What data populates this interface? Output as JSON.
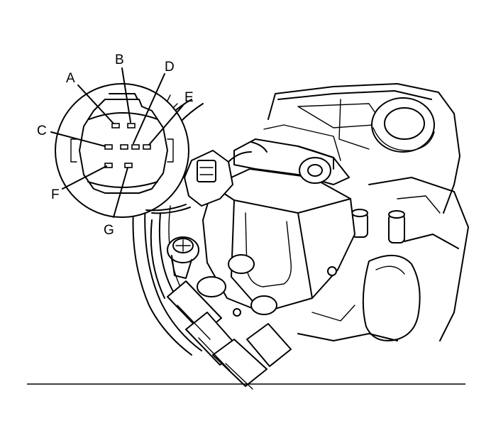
{
  "diagram": {
    "callouts": [
      {
        "id": "A",
        "label": "A"
      },
      {
        "id": "B",
        "label": "B"
      },
      {
        "id": "C",
        "label": "C"
      },
      {
        "id": "D",
        "label": "D"
      },
      {
        "id": "E",
        "label": "E"
      },
      {
        "id": "F",
        "label": "F"
      },
      {
        "id": "G",
        "label": "G"
      }
    ],
    "colors": {
      "ink": "#000000",
      "paper": "#ffffff"
    }
  }
}
